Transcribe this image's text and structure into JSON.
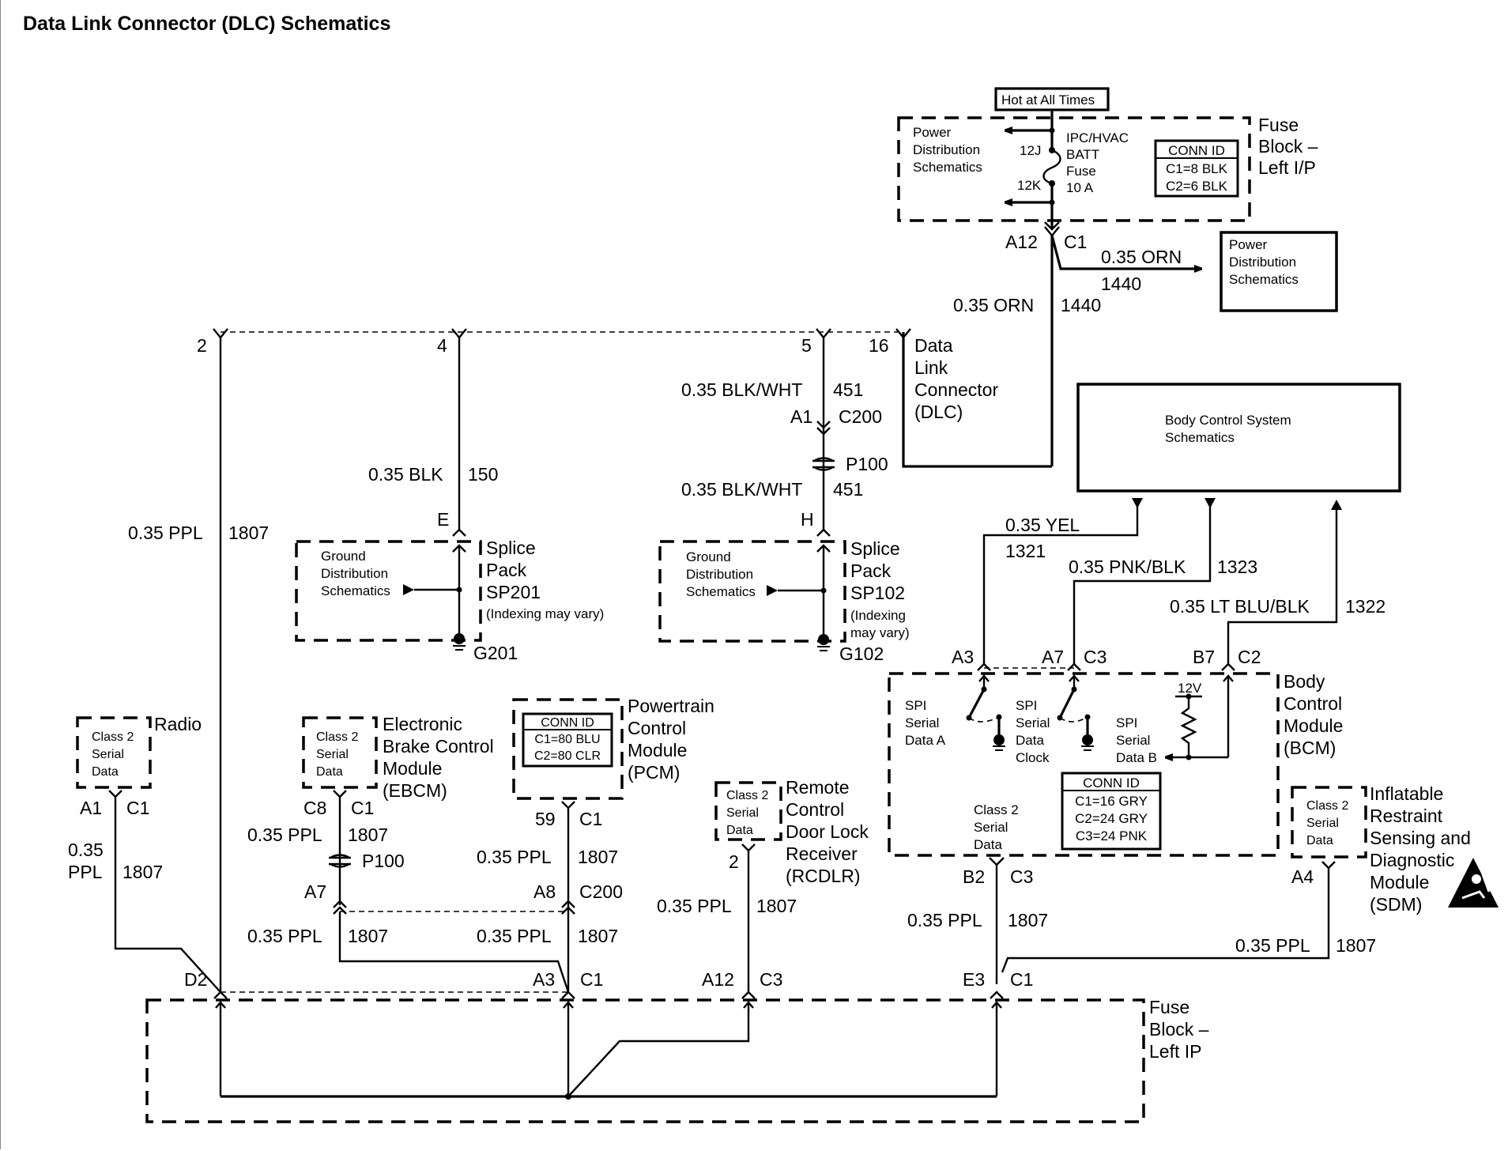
{
  "title": "Data Link Connector (DLC) Schematics",
  "hot_label": "Hot at All Times",
  "fuse_block_top": {
    "name": [
      "Fuse",
      "Block –",
      "Left I/P"
    ],
    "power_dist": [
      "Power",
      "Distribution",
      "Schematics"
    ],
    "fuse_desc": [
      "IPC/HVAC",
      "BATT",
      "Fuse",
      "10 A"
    ],
    "term_in": "12J",
    "term_out": "12K",
    "conn_id": {
      "header": "CONN ID",
      "rows": [
        "C1=8 BLK",
        "C2=6 BLK"
      ]
    },
    "pin": "A12",
    "conn": "C1"
  },
  "power_dist_box": [
    "Power",
    "Distribution",
    "Schematics"
  ],
  "orn_branch": {
    "wire": "0.35 ORN",
    "circuit": "1440"
  },
  "orn_main": {
    "wire": "0.35 ORN",
    "circuit": "1440"
  },
  "dlc": {
    "name": [
      "Data",
      "Link",
      "Connector",
      "(DLC)"
    ],
    "pins": [
      "2",
      "4",
      "5",
      "16"
    ]
  },
  "blk_wire": {
    "wire": "0.35 BLK",
    "circuit": "150",
    "pin": "E"
  },
  "blkwht_upper": {
    "wire": "0.35 BLK/WHT",
    "circuit": "451",
    "pin": "A1",
    "conn": "C200"
  },
  "p100_top": "P100",
  "blkwht_lower": {
    "wire": "0.35 BLK/WHT",
    "circuit": "451",
    "pin": "H"
  },
  "sp201": {
    "inner": [
      "Ground",
      "Distribution",
      "Schematics"
    ],
    "name": [
      "Splice",
      "Pack",
      "SP201",
      "(Indexing may vary)"
    ],
    "ground": "G201"
  },
  "sp102": {
    "inner": [
      "Ground",
      "Distribution",
      "Schematics"
    ],
    "name": [
      "Splice",
      "Pack",
      "SP102",
      "(Indexing",
      "may vary)"
    ],
    "ground": "G102"
  },
  "ppl_dlc": {
    "wire": "0.35 PPL",
    "circuit": "1807"
  },
  "body_control_system": [
    "Body Control System",
    "Schematics"
  ],
  "yel": {
    "wire": "0.35 YEL",
    "circuit": "1321"
  },
  "pnkblk": {
    "wire": "0.35 PNK/BLK",
    "circuit": "1323"
  },
  "ltblublk": {
    "wire": "0.35 LT BLU/BLK",
    "circuit": "1322"
  },
  "bcm": {
    "name": [
      "Body",
      "Control",
      "Module",
      "(BCM)"
    ],
    "pins_top": [
      {
        "pin": "A3",
        "conn": ""
      },
      {
        "pin": "A7",
        "conn": "C3"
      },
      {
        "pin": "B7",
        "conn": "C2"
      }
    ],
    "spi_a": [
      "SPI",
      "Serial",
      "Data A"
    ],
    "spi_clk": [
      "SPI",
      "Serial",
      "Data",
      "Clock"
    ],
    "spi_b": [
      "SPI",
      "Serial",
      "Data B"
    ],
    "v12": "12V",
    "class2": [
      "Class 2",
      "Serial",
      "Data"
    ],
    "conn_id": {
      "header": "CONN ID",
      "rows": [
        "C1=16 GRY",
        "C2=24 GRY",
        "C3=24 PNK"
      ]
    },
    "pin_bottom": "B2",
    "conn_bottom": "C3"
  },
  "radio": {
    "name": "Radio",
    "inner": [
      "Class 2",
      "Serial",
      "Data"
    ],
    "pin": "A1",
    "conn": "C1",
    "wire": [
      "0.35",
      "PPL"
    ],
    "circuit": "1807"
  },
  "ebcm": {
    "name": [
      "Electronic",
      "Brake Control",
      "Module",
      "(EBCM)"
    ],
    "inner": [
      "Class 2",
      "Serial",
      "Data"
    ],
    "pin": "C8",
    "conn": "C1",
    "wire": "0.35 PPL",
    "circuit": "1807",
    "p100": "P100",
    "pin2": "A7",
    "wire2": "0.35 PPL",
    "circuit2": "1807"
  },
  "pcm": {
    "name": [
      "Powertrain",
      "Control",
      "Module",
      "(PCM)"
    ],
    "conn_id": {
      "header": "CONN ID",
      "rows": [
        "C1=80 BLU",
        "C2=80 CLR"
      ]
    },
    "pin": "59",
    "conn": "C1",
    "wire": "0.35 PPL",
    "circuit": "1807",
    "pin2": "A8",
    "conn2": "C200",
    "wire2": "0.35 PPL",
    "circuit2": "1807"
  },
  "rcdlr": {
    "name": [
      "Remote",
      "Control",
      "Door Lock",
      "Receiver",
      "(RCDLR)"
    ],
    "inner": [
      "Class 2",
      "Serial",
      "Data"
    ],
    "pin": "2",
    "wire": "0.35 PPL",
    "circuit": "1807"
  },
  "bcm_bottom_wire": {
    "wire": "0.35 PPL",
    "circuit": "1807"
  },
  "sdm": {
    "name": [
      "Inflatable",
      "Restraint",
      "Sensing and",
      "Diagnostic",
      "Module",
      "(SDM)"
    ],
    "inner": [
      "Class 2",
      "Serial",
      "Data"
    ],
    "pin": "A4",
    "wire": "0.35 PPL",
    "circuit": "1807",
    "icon": "airbag-warning-icon"
  },
  "fuse_block_ip": {
    "name": [
      "Fuse",
      "Block –",
      "Left IP"
    ],
    "pins": [
      {
        "pin": "D2",
        "conn": ""
      },
      {
        "pin": "A3",
        "conn": "C1"
      },
      {
        "pin": "A12",
        "conn": "C3"
      },
      {
        "pin": "E3",
        "conn": "C1"
      }
    ]
  }
}
